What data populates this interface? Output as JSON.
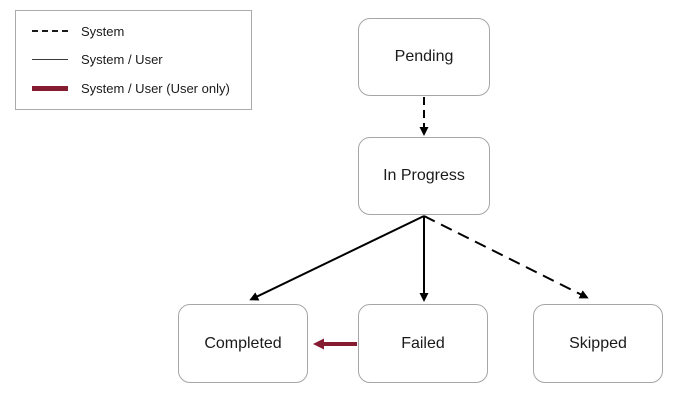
{
  "diagram": {
    "legend": {
      "items": [
        {
          "label": "System",
          "line_style": "dashed-black"
        },
        {
          "label": "System / User",
          "line_style": "solid-black"
        },
        {
          "label": "System / User (User only)",
          "line_style": "thick-maroon"
        }
      ]
    },
    "nodes": [
      {
        "id": "pending",
        "label": "Pending"
      },
      {
        "id": "in-progress",
        "label": "In Progress"
      },
      {
        "id": "completed",
        "label": "Completed"
      },
      {
        "id": "failed",
        "label": "Failed"
      },
      {
        "id": "skipped",
        "label": "Skipped"
      }
    ],
    "edges": [
      {
        "from": "Pending",
        "to": "In Progress",
        "type": "System",
        "style": "dashed-black"
      },
      {
        "from": "In Progress",
        "to": "Completed",
        "type": "System / User",
        "style": "solid-black"
      },
      {
        "from": "In Progress",
        "to": "Failed",
        "type": "System / User",
        "style": "solid-black"
      },
      {
        "from": "In Progress",
        "to": "Skipped",
        "type": "System",
        "style": "dashed-black"
      },
      {
        "from": "Failed",
        "to": "Completed",
        "type": "User only",
        "style": "thick-maroon"
      }
    ],
    "colors": {
      "user_only_edge": "#851C32",
      "edge": "#000000",
      "node_border": "#a6a6a6",
      "legend_border": "#ababab"
    }
  }
}
